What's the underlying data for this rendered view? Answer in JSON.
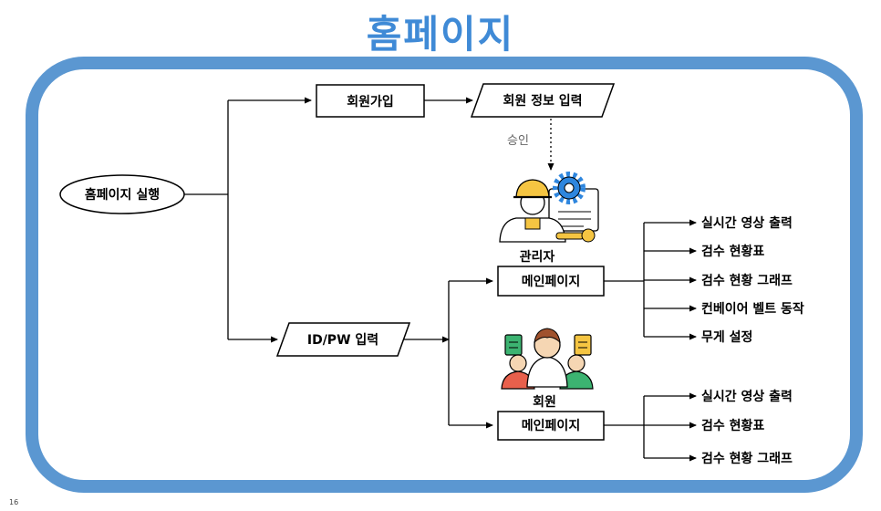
{
  "title": "홈페이지",
  "page_number": "16",
  "nodes": {
    "start": "홈페이지 실행",
    "signup": "회원가입",
    "member_info": "회원 정보 입력",
    "approval_label": "승인",
    "admin_role": "관리자",
    "login": "ID/PW 입력",
    "admin_main": "메인페이지",
    "member_role": "회원",
    "member_main": "메인페이지"
  },
  "admin_features": [
    "실시간 영상 출력",
    "검수 현황표",
    "검수 현황 그래프",
    "컨베이어 벨트 동작",
    "무게 설정"
  ],
  "member_features": [
    "실시간 영상 출력",
    "검수 현황표",
    "검수 현황 그래프"
  ],
  "colors": {
    "title": "#3f8ad6",
    "frame": "#5b97d1",
    "gear": "#2e86de",
    "helmet": "#f5c542",
    "green": "#3cb371",
    "badge": "#f5c542",
    "red": "#e8604c"
  },
  "icons": {
    "admin": "engineer-with-gear-icon",
    "member": "team-members-icon"
  }
}
